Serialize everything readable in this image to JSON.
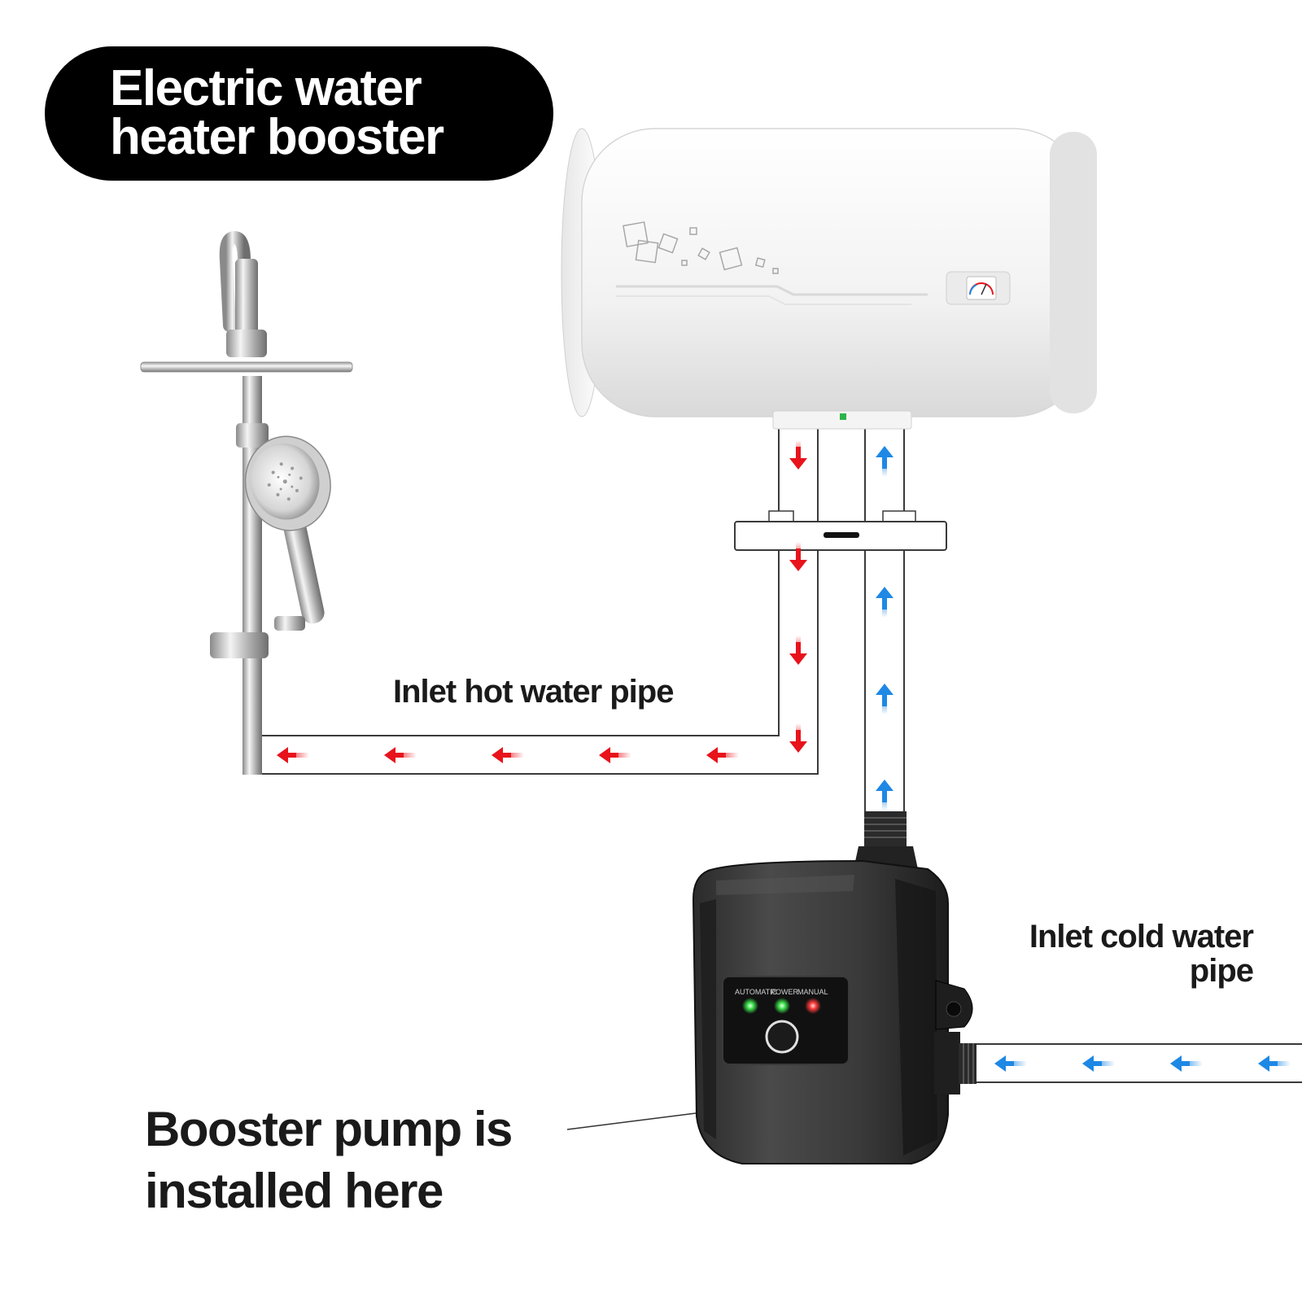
{
  "title": {
    "line1": "Electric water",
    "line2": "heater booster"
  },
  "labels": {
    "hot_pipe": "Inlet hot water pipe",
    "cold_pipe_line1": "Inlet cold water",
    "cold_pipe_line2": "pipe",
    "pump_line1": "Booster pump is",
    "pump_line2": "installed here"
  },
  "pump_panel": {
    "automatic": "AUTOMATIC",
    "power": "POWER",
    "manual": "MANUAL"
  },
  "colors": {
    "hot_arrow": "#e8131b",
    "cold_arrow": "#1e88e5",
    "pipe_outline": "#3a3a3a",
    "title_bg": "#000000"
  },
  "icons": {
    "shower": "shower-icon",
    "water_heater": "water-heater-icon",
    "pump": "booster-pump-icon"
  }
}
